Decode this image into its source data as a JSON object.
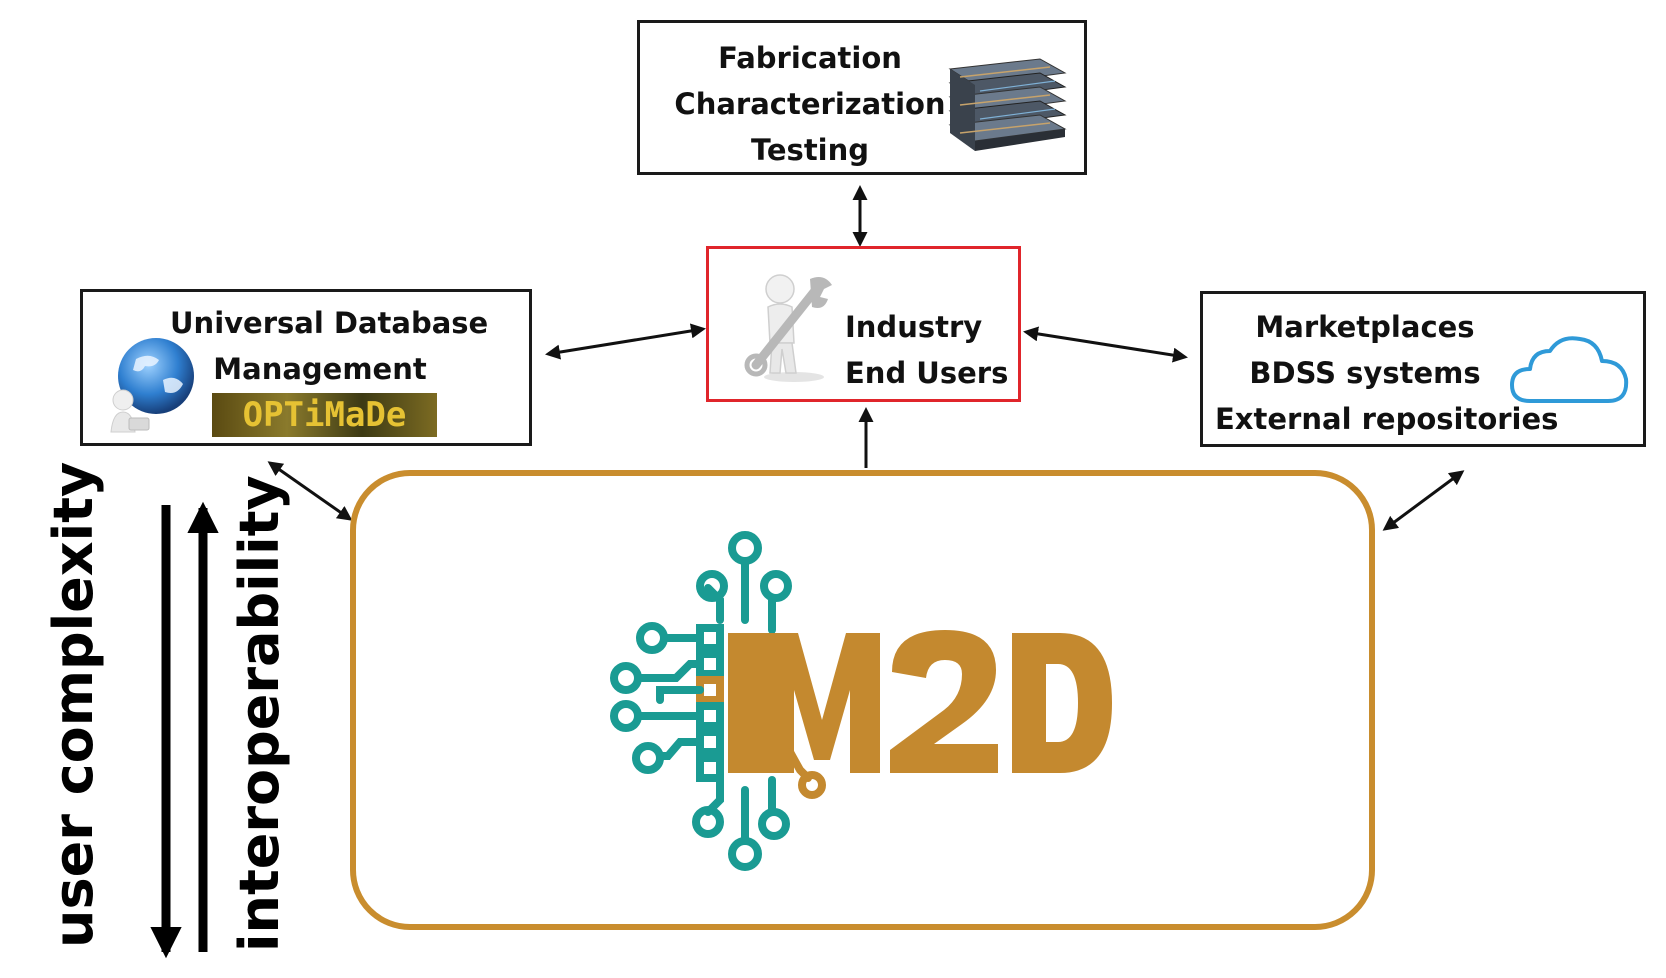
{
  "diagram": {
    "top_box": {
      "lines": [
        "Fabrication",
        "Characterization",
        "Testing"
      ],
      "icon": "layered-material-icon"
    },
    "center_box": {
      "lines": [
        "Industry",
        "End Users"
      ],
      "icon": "figure-with-wrench-icon"
    },
    "left_box": {
      "lines": [
        "Universal Database",
        "Management"
      ],
      "logo_text": "OPTiMaDe",
      "icon": "globe-user-icon"
    },
    "right_box": {
      "lines": [
        "Marketplaces",
        "BDSS systems",
        "External repositories"
      ],
      "icon": "cloud-icon"
    },
    "hub": {
      "logo_text": "IM2D"
    },
    "axis_labels": {
      "down": "user complexity",
      "up": "interoperability"
    }
  },
  "colors": {
    "hub_border": "#c98d2e",
    "logo_gold": "#c4892f",
    "logo_teal": "#1a9b93",
    "end_user_border": "#e0252b",
    "box_border": "#1a1a1a",
    "cloud": "#2f9ad8"
  }
}
